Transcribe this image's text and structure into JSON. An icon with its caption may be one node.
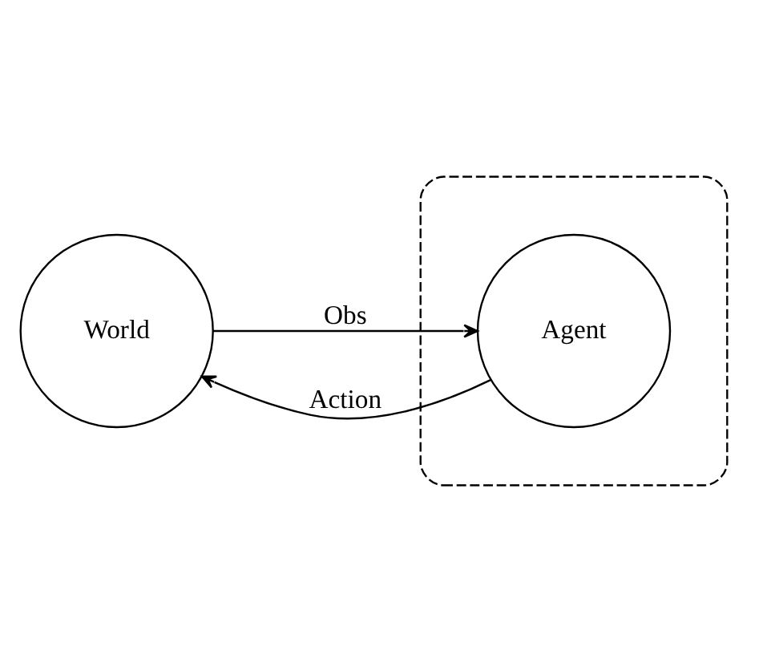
{
  "diagram": {
    "nodes": [
      {
        "text": [
          "World"
        ]
      },
      {
        "text": [],
        "shape": "box"
      },
      {
        "text": [
          "Agent"
        ],
        "in": 1
      }
    ],
    "edges": [
      {
        "from": 2,
        "to": 0,
        "arrow": "to",
        "label": "Action"
      },
      {
        "from": 0,
        "to": 2,
        "arrow": "to",
        "label": "Obs"
      }
    ]
  }
}
